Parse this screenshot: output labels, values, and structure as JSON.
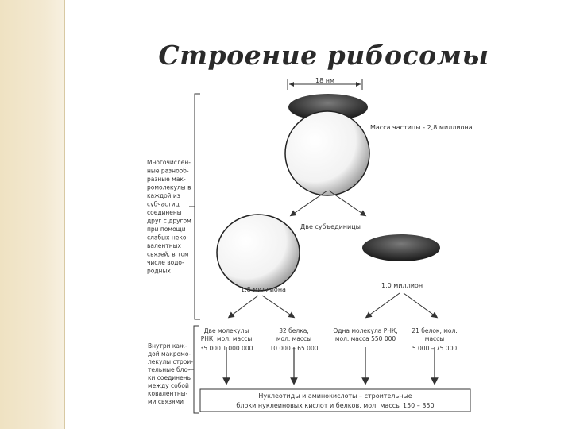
{
  "title": "Строение рибосомы",
  "dimension_label": "18 нм",
  "mass_label": "Масса частицы - 2,8 миллиона",
  "left_note_top": [
    "Многочислен-",
    "ные разнооб-",
    "разные мак-",
    "ромолекулы в",
    "каждой из",
    "субчастиц",
    "соединены",
    "друг с другом",
    "при помощи",
    "слабых неко-",
    "валентных",
    "связей, в том",
    "числе водо-",
    "родных"
  ],
  "two_subunits": "Две субъединицы",
  "mass_large": "1,8 миллиона",
  "mass_small": "1,0 миллион",
  "left_note_bottom": [
    "Внутри каж-",
    "дой макромо-",
    "лекулы строи-",
    "тельные бло-",
    "ки соединены",
    "между собой",
    "ковалентны-",
    "ми связями"
  ],
  "components": [
    {
      "lines": [
        "Две молекулы",
        "РНК, мол. массы"
      ],
      "values": "35 000   1 000 000"
    },
    {
      "lines": [
        "32 белка,",
        "мол. массы"
      ],
      "values": "10 000 – 65 000"
    },
    {
      "lines": [
        "Одна молекула РНК,",
        "мол. масса 550 000"
      ],
      "values": ""
    },
    {
      "lines": [
        "21 белок, мол.",
        "массы"
      ],
      "values": "5 000 – 75 000"
    }
  ],
  "bottom_box": [
    "Нуклеотиды и аминокислоты – строительные",
    "блоки нуклеиновых кислот и белков, мол. массы 150 – 350"
  ]
}
